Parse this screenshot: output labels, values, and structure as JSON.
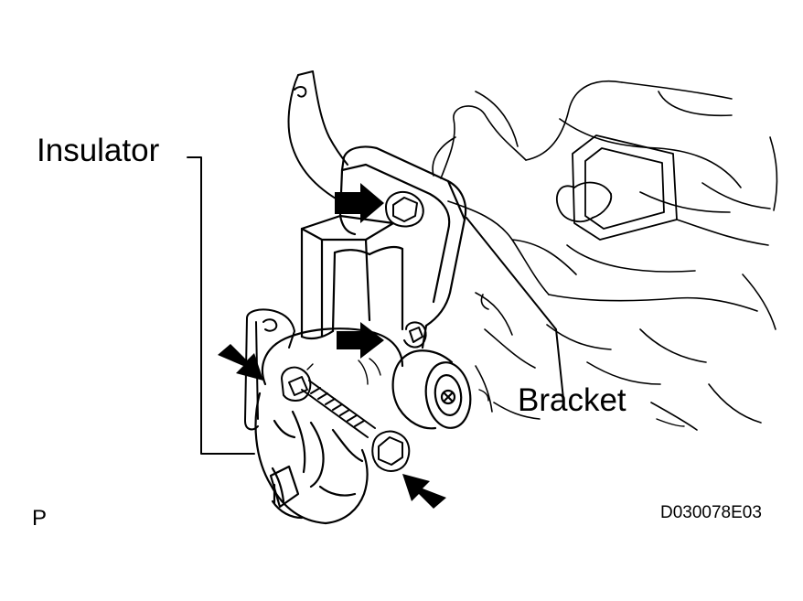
{
  "labels": {
    "insulator": "Insulator",
    "bracket": "Bracket",
    "view_code": "P",
    "figure_code": "D030078E03"
  },
  "colors": {
    "line": "#000000",
    "background": "#ffffff"
  },
  "icons": [
    "arrow-icon",
    "bolt-icon",
    "nut-icon"
  ]
}
